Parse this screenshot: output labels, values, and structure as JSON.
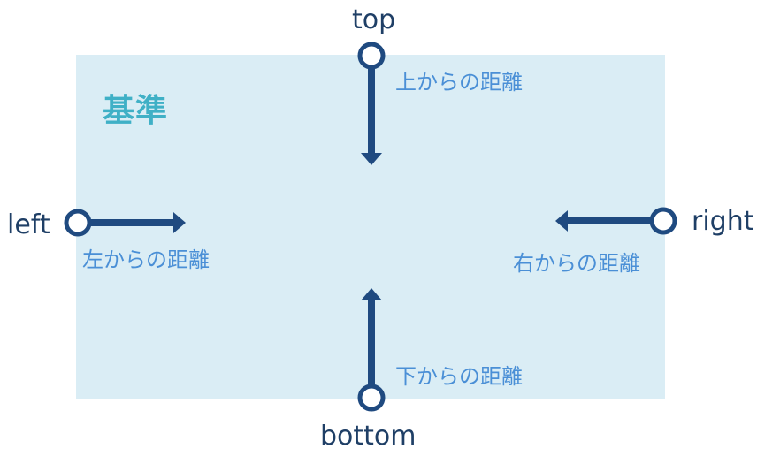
{
  "base_label": "基準",
  "edges": {
    "top": "top",
    "bottom": "bottom",
    "left": "left",
    "right": "right"
  },
  "distances": {
    "top": "上からの距離",
    "bottom": "下からの距離",
    "left": "左からの距離",
    "right": "右からの距離"
  },
  "colors": {
    "box": "#daedf5",
    "arrow": "#1f4a80",
    "base_label": "#3fb0c6",
    "distance_label": "#4a8fd6",
    "edge_label": "#1f3f66"
  }
}
